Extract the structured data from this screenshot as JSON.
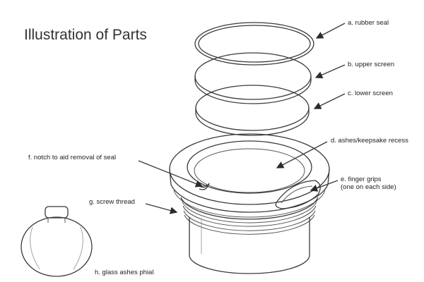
{
  "title": "Illustration of Parts",
  "labels": {
    "a": "a. rubber seal",
    "b": "b. upper screen",
    "c": "c. lower screen",
    "d": "d. ashes/keepsake recess",
    "e_line1": "e. finger grips",
    "e_line2": "(one on each side)",
    "f": "f. notch to aid removal of seal",
    "g": "g. screw thread",
    "h": "h. glass ashes phial"
  }
}
